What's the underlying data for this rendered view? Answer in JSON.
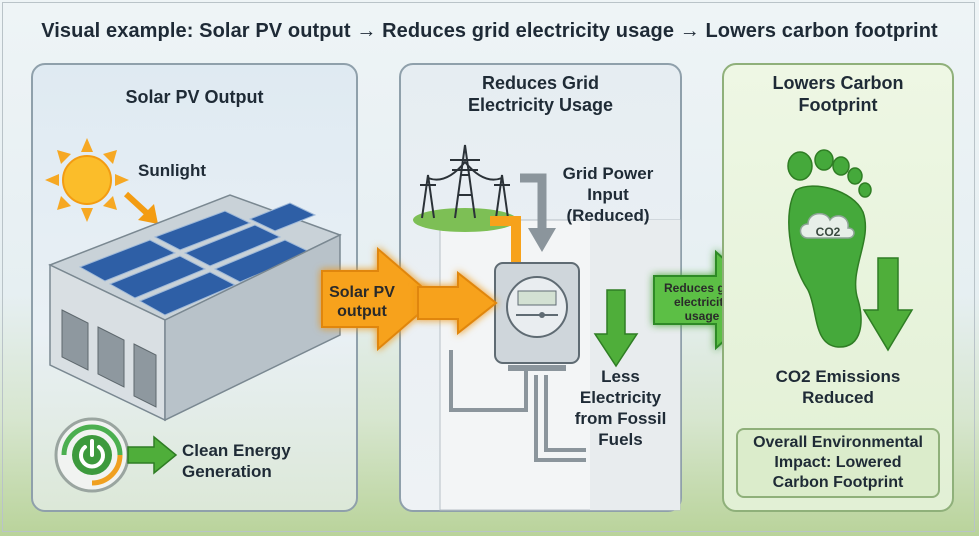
{
  "title": "Visual example: Solar PV output → Reduces grid electricity usage → Lowers carbon footprint",
  "panel1": {
    "heading": "Solar PV Output",
    "sunlight": "Sunlight",
    "clean_energy": [
      "Clean Energy",
      "Generation"
    ]
  },
  "arrow1": {
    "label": [
      "Solar PV",
      "output"
    ]
  },
  "panel2": {
    "heading": [
      "Reduces Grid",
      "Electricity Usage"
    ],
    "grid_input": [
      "Grid Power",
      "Input",
      "(Reduced)"
    ],
    "less": [
      "Less",
      "Electricity",
      "from Fossil",
      "Fuels"
    ]
  },
  "arrow2": {
    "label": [
      "Reduces grid",
      "electricity",
      "usage"
    ]
  },
  "panel3": {
    "heading": [
      "Lowers Carbon",
      "Footprint"
    ],
    "co2_badge": "CO2",
    "emissions": [
      "CO2 Emissions",
      "Reduced"
    ],
    "impact": [
      "Overall Environmental",
      "Impact: Lowered",
      "Carbon Footprint"
    ]
  },
  "colors": {
    "orange_arrow": "#f7a21b",
    "green_arrow": "#4fae3a",
    "panel_border": "#8fa0ab",
    "text": "#1f2b36"
  }
}
